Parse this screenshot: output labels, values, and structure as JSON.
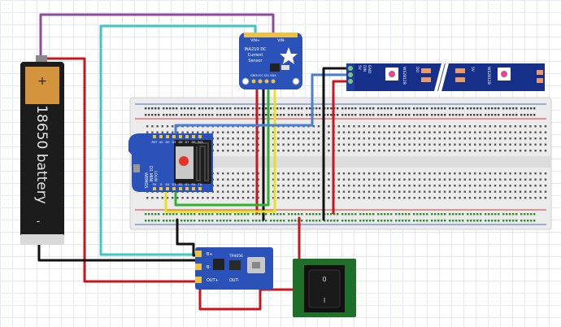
{
  "battery": {
    "label": "18650 battery",
    "plus": "+",
    "minus": "-"
  },
  "current_sensor": {
    "line1": "INA219 DC",
    "line2": "Current",
    "line3": "Sensor",
    "pin_vin_plus": "VIN+",
    "pin_vin_minus": "VIN-",
    "pin_gnd": "GND",
    "pin_vcc": "VCC",
    "pin_scl": "SCL",
    "pin_sda": "SDA"
  },
  "mcu": {
    "brand": "WEMOS",
    "board": "D1 MINI",
    "sub": "LOLIN",
    "pin_5v": "5V",
    "pin_g": "G",
    "pin_d4": "D4",
    "pin_d3": "D3",
    "pin_d2": "D2",
    "pin_d1": "D1",
    "pin_rx": "RX",
    "pin_tx": "TX",
    "pin_3v3": "3V3",
    "pin_d8": "D8",
    "pin_d7": "D7",
    "pin_d6": "D6",
    "pin_d5": "D5",
    "pin_d0": "D0",
    "pin_a0": "A0",
    "pin_rst": "RST"
  },
  "led_strip": {
    "pin_5v": "5V",
    "pin_din": "DIN",
    "pin_gnd": "GND",
    "chip_a": "WS2812B",
    "chip_b": "WS2812B",
    "cut_a": "DO",
    "cut_b": "5V"
  },
  "charger": {
    "pin_bplus": "B+",
    "pin_bminus": "B-",
    "pin_outplus": "OUT+",
    "pin_outminus": "OUT-",
    "chip": "TP4056"
  },
  "switch": {
    "on_mark": "0",
    "off_mark": "I"
  },
  "colors": {
    "wire_red": "#c8161e",
    "wire_black": "#111111",
    "wire_purple": "#8e4a9c",
    "wire_cyan": "#3fc7c0",
    "wire_blue": "#4a7fd0",
    "wire_yellow": "#e8e020",
    "wire_green": "#2fb12f",
    "board_blue": "#2b52b8",
    "pcb_green": "#1f6e2a"
  }
}
